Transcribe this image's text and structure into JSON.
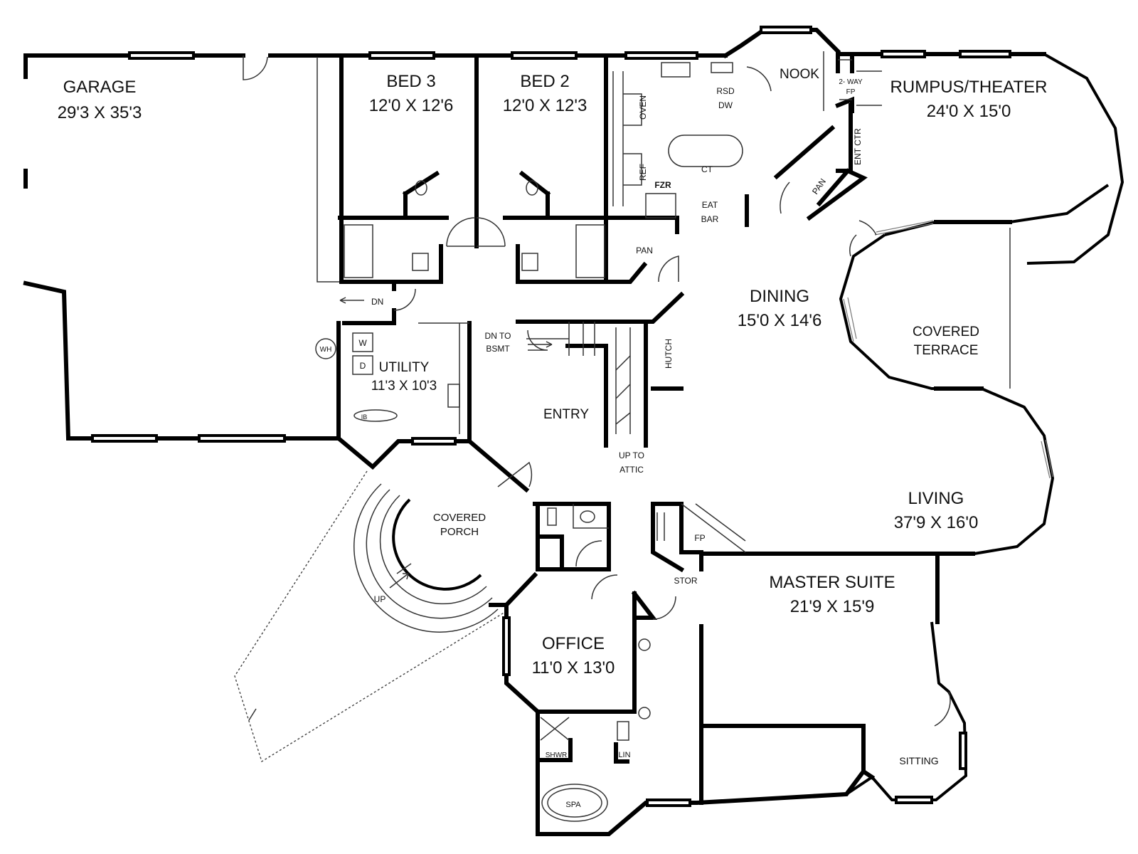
{
  "rooms": {
    "garage": {
      "name": "GARAGE",
      "size": "29'3 X 35'3"
    },
    "bed3": {
      "name": "BED 3",
      "size": "12'0 X 12'6"
    },
    "bed2": {
      "name": "BED 2",
      "size": "12'0 X 12'3"
    },
    "nook": {
      "name": "NOOK"
    },
    "rumpus": {
      "name": "RUMPUS/THEATER",
      "size": "24'0 X 15'0"
    },
    "dining": {
      "name": "DINING",
      "size": "15'0 X 14'6"
    },
    "covered_terrace": {
      "line1": "COVERED",
      "line2": "TERRACE"
    },
    "utility": {
      "name": "UTILITY",
      "size": "11'3 X 10'3"
    },
    "entry": {
      "name": "ENTRY"
    },
    "covered_porch": {
      "line1": "COVERED",
      "line2": "PORCH"
    },
    "living": {
      "name": "LIVING",
      "size": "37'9 X 16'0"
    },
    "master_suite": {
      "name": "MASTER SUITE",
      "size": "21'9 X 15'9"
    },
    "office": {
      "name": "OFFICE",
      "size": "11'0 X 13'0"
    },
    "sitting": {
      "name": "SITTING"
    }
  },
  "labels": {
    "oven": "OVEN",
    "ref": "REF",
    "rsd": "RSD",
    "dw": "DW",
    "ct": "CT",
    "fzr": "FZR",
    "eat1": "EAT",
    "eat2": "BAR",
    "pan_kitchen": "PAN",
    "pan_nook": "PAN",
    "two_way1": "2- WAY",
    "two_way2": "FP",
    "ent_ctr": "ENT CTR",
    "dn": "DN",
    "wh": "WH",
    "washer": "W",
    "dryer": "D",
    "ib": "IB",
    "dn_bsmt1": "DN TO",
    "dn_bsmt2": "BSMT",
    "hutch": "HUTCH",
    "up_attic1": "UP TO",
    "up_attic2": "ATTIC",
    "fp": "FP",
    "stor": "STOR",
    "up": "UP",
    "shwr": "SHWR",
    "lin": "LIN",
    "spa": "SPA"
  }
}
